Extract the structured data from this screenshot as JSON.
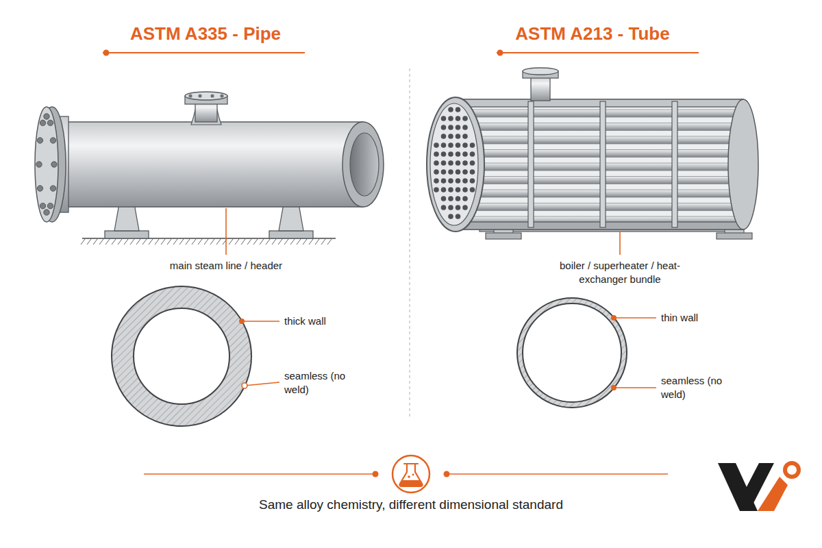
{
  "diagram": {
    "caption": "Same alloy chemistry, different dimensional standard",
    "labels": [
      "ASTM A335 - Pipe",
      "ASTM A213 - Tube",
      "main steam line / header",
      "thick wall",
      "seamless (no weld)",
      "boiler / superheater / heat-exchanger bundle",
      "thin wall",
      "seamless (no weld)"
    ]
  }
}
